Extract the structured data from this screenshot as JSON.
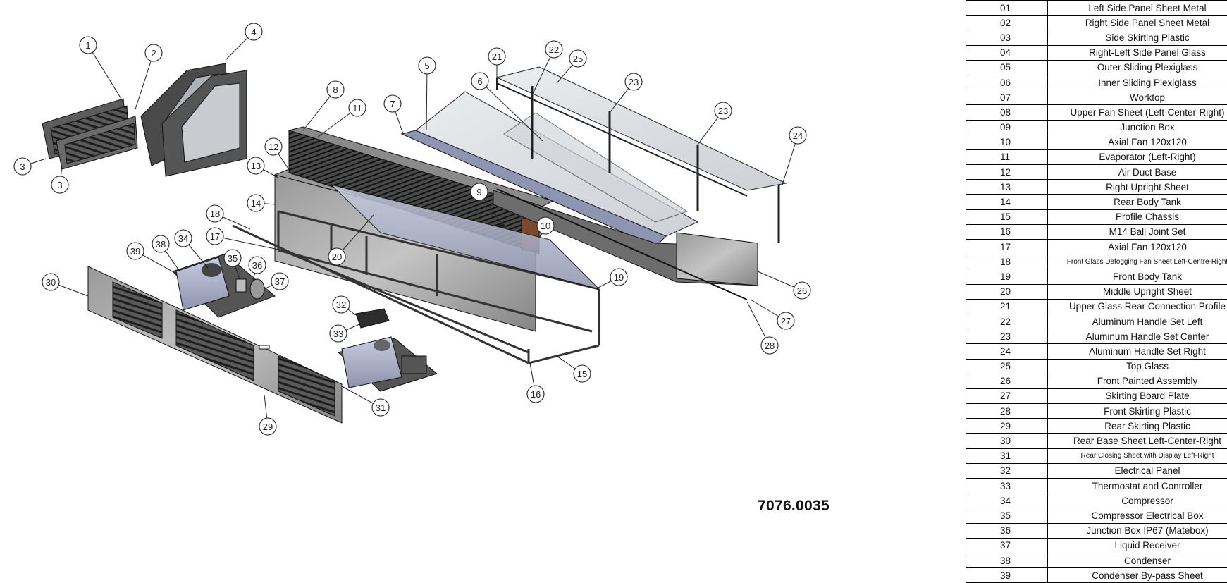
{
  "drawing_code": "7076.0035",
  "parts": [
    {
      "no": "01",
      "name": "Left Side Panel Sheet Metal"
    },
    {
      "no": "02",
      "name": "Right Side Panel Sheet Metal"
    },
    {
      "no": "03",
      "name": "Side Skirting Plastic"
    },
    {
      "no": "04",
      "name": "Right-Left Side Panel Glass"
    },
    {
      "no": "05",
      "name": "Outer Sliding Plexiglass"
    },
    {
      "no": "06",
      "name": "Inner Sliding Plexiglass"
    },
    {
      "no": "07",
      "name": "Worktop"
    },
    {
      "no": "08",
      "name": "Upper Fan Sheet (Left-Center-Right)"
    },
    {
      "no": "09",
      "name": "Junction Box"
    },
    {
      "no": "10",
      "name": "Axial Fan 120x120"
    },
    {
      "no": "11",
      "name": "Evaporator (Left-Right)"
    },
    {
      "no": "12",
      "name": "Air Duct Base"
    },
    {
      "no": "13",
      "name": "Right Upright Sheet"
    },
    {
      "no": "14",
      "name": "Rear Body Tank"
    },
    {
      "no": "15",
      "name": "Profile Chassis"
    },
    {
      "no": "16",
      "name": "M14 Ball Joint Set"
    },
    {
      "no": "17",
      "name": "Axial Fan 120x120"
    },
    {
      "no": "18",
      "name": "Front Glass Defogging Fan Sheet Left-Centre-Right"
    },
    {
      "no": "19",
      "name": "Front Body Tank"
    },
    {
      "no": "20",
      "name": "Middle Upright Sheet"
    },
    {
      "no": "21",
      "name": "Upper Glass Rear Connection Profile"
    },
    {
      "no": "22",
      "name": "Aluminum Handle Set Left"
    },
    {
      "no": "23",
      "name": "Aluminum Handle Set Center"
    },
    {
      "no": "24",
      "name": "Aluminum Handle Set Right"
    },
    {
      "no": "25",
      "name": "Top Glass"
    },
    {
      "no": "26",
      "name": "Front Painted Assembly"
    },
    {
      "no": "27",
      "name": "Skirting  Board Plate"
    },
    {
      "no": "28",
      "name": "Front Skirting Plastic"
    },
    {
      "no": "29",
      "name": "Rear Skirting Plastic"
    },
    {
      "no": "30",
      "name": "Rear Base Sheet Left-Center-Right"
    },
    {
      "no": "31",
      "name": "Rear Closing Sheet with Display Left-Right"
    },
    {
      "no": "32",
      "name": "Electrical Panel"
    },
    {
      "no": "33",
      "name": "Thermostat and Controller"
    },
    {
      "no": "34",
      "name": "Compressor"
    },
    {
      "no": "35",
      "name": "Compressor Electrical Box"
    },
    {
      "no": "36",
      "name": "Junction Box IP67 (Matebox)"
    },
    {
      "no": "37",
      "name": "Liquid Receiver"
    },
    {
      "no": "38",
      "name": "Condenser"
    },
    {
      "no": "39",
      "name": "Condenser By-pass Sheet"
    }
  ],
  "callouts": [
    {
      "label": "1"
    },
    {
      "label": "2"
    },
    {
      "label": "3"
    },
    {
      "label": "3"
    },
    {
      "label": "4"
    },
    {
      "label": "5"
    },
    {
      "label": "6"
    },
    {
      "label": "7"
    },
    {
      "label": "8"
    },
    {
      "label": "9"
    },
    {
      "label": "10"
    },
    {
      "label": "11"
    },
    {
      "label": "12"
    },
    {
      "label": "13"
    },
    {
      "label": "14"
    },
    {
      "label": "15"
    },
    {
      "label": "16"
    },
    {
      "label": "17"
    },
    {
      "label": "18"
    },
    {
      "label": "19"
    },
    {
      "label": "20"
    },
    {
      "label": "21"
    },
    {
      "label": "22"
    },
    {
      "label": "23"
    },
    {
      "label": "23"
    },
    {
      "label": "24"
    },
    {
      "label": "25"
    },
    {
      "label": "26"
    },
    {
      "label": "27"
    },
    {
      "label": "28"
    },
    {
      "label": "29"
    },
    {
      "label": "30"
    },
    {
      "label": "31"
    },
    {
      "label": "32"
    },
    {
      "label": "33"
    },
    {
      "label": "34"
    },
    {
      "label": "35"
    },
    {
      "label": "36"
    },
    {
      "label": "37"
    },
    {
      "label": "38"
    },
    {
      "label": "39"
    }
  ]
}
